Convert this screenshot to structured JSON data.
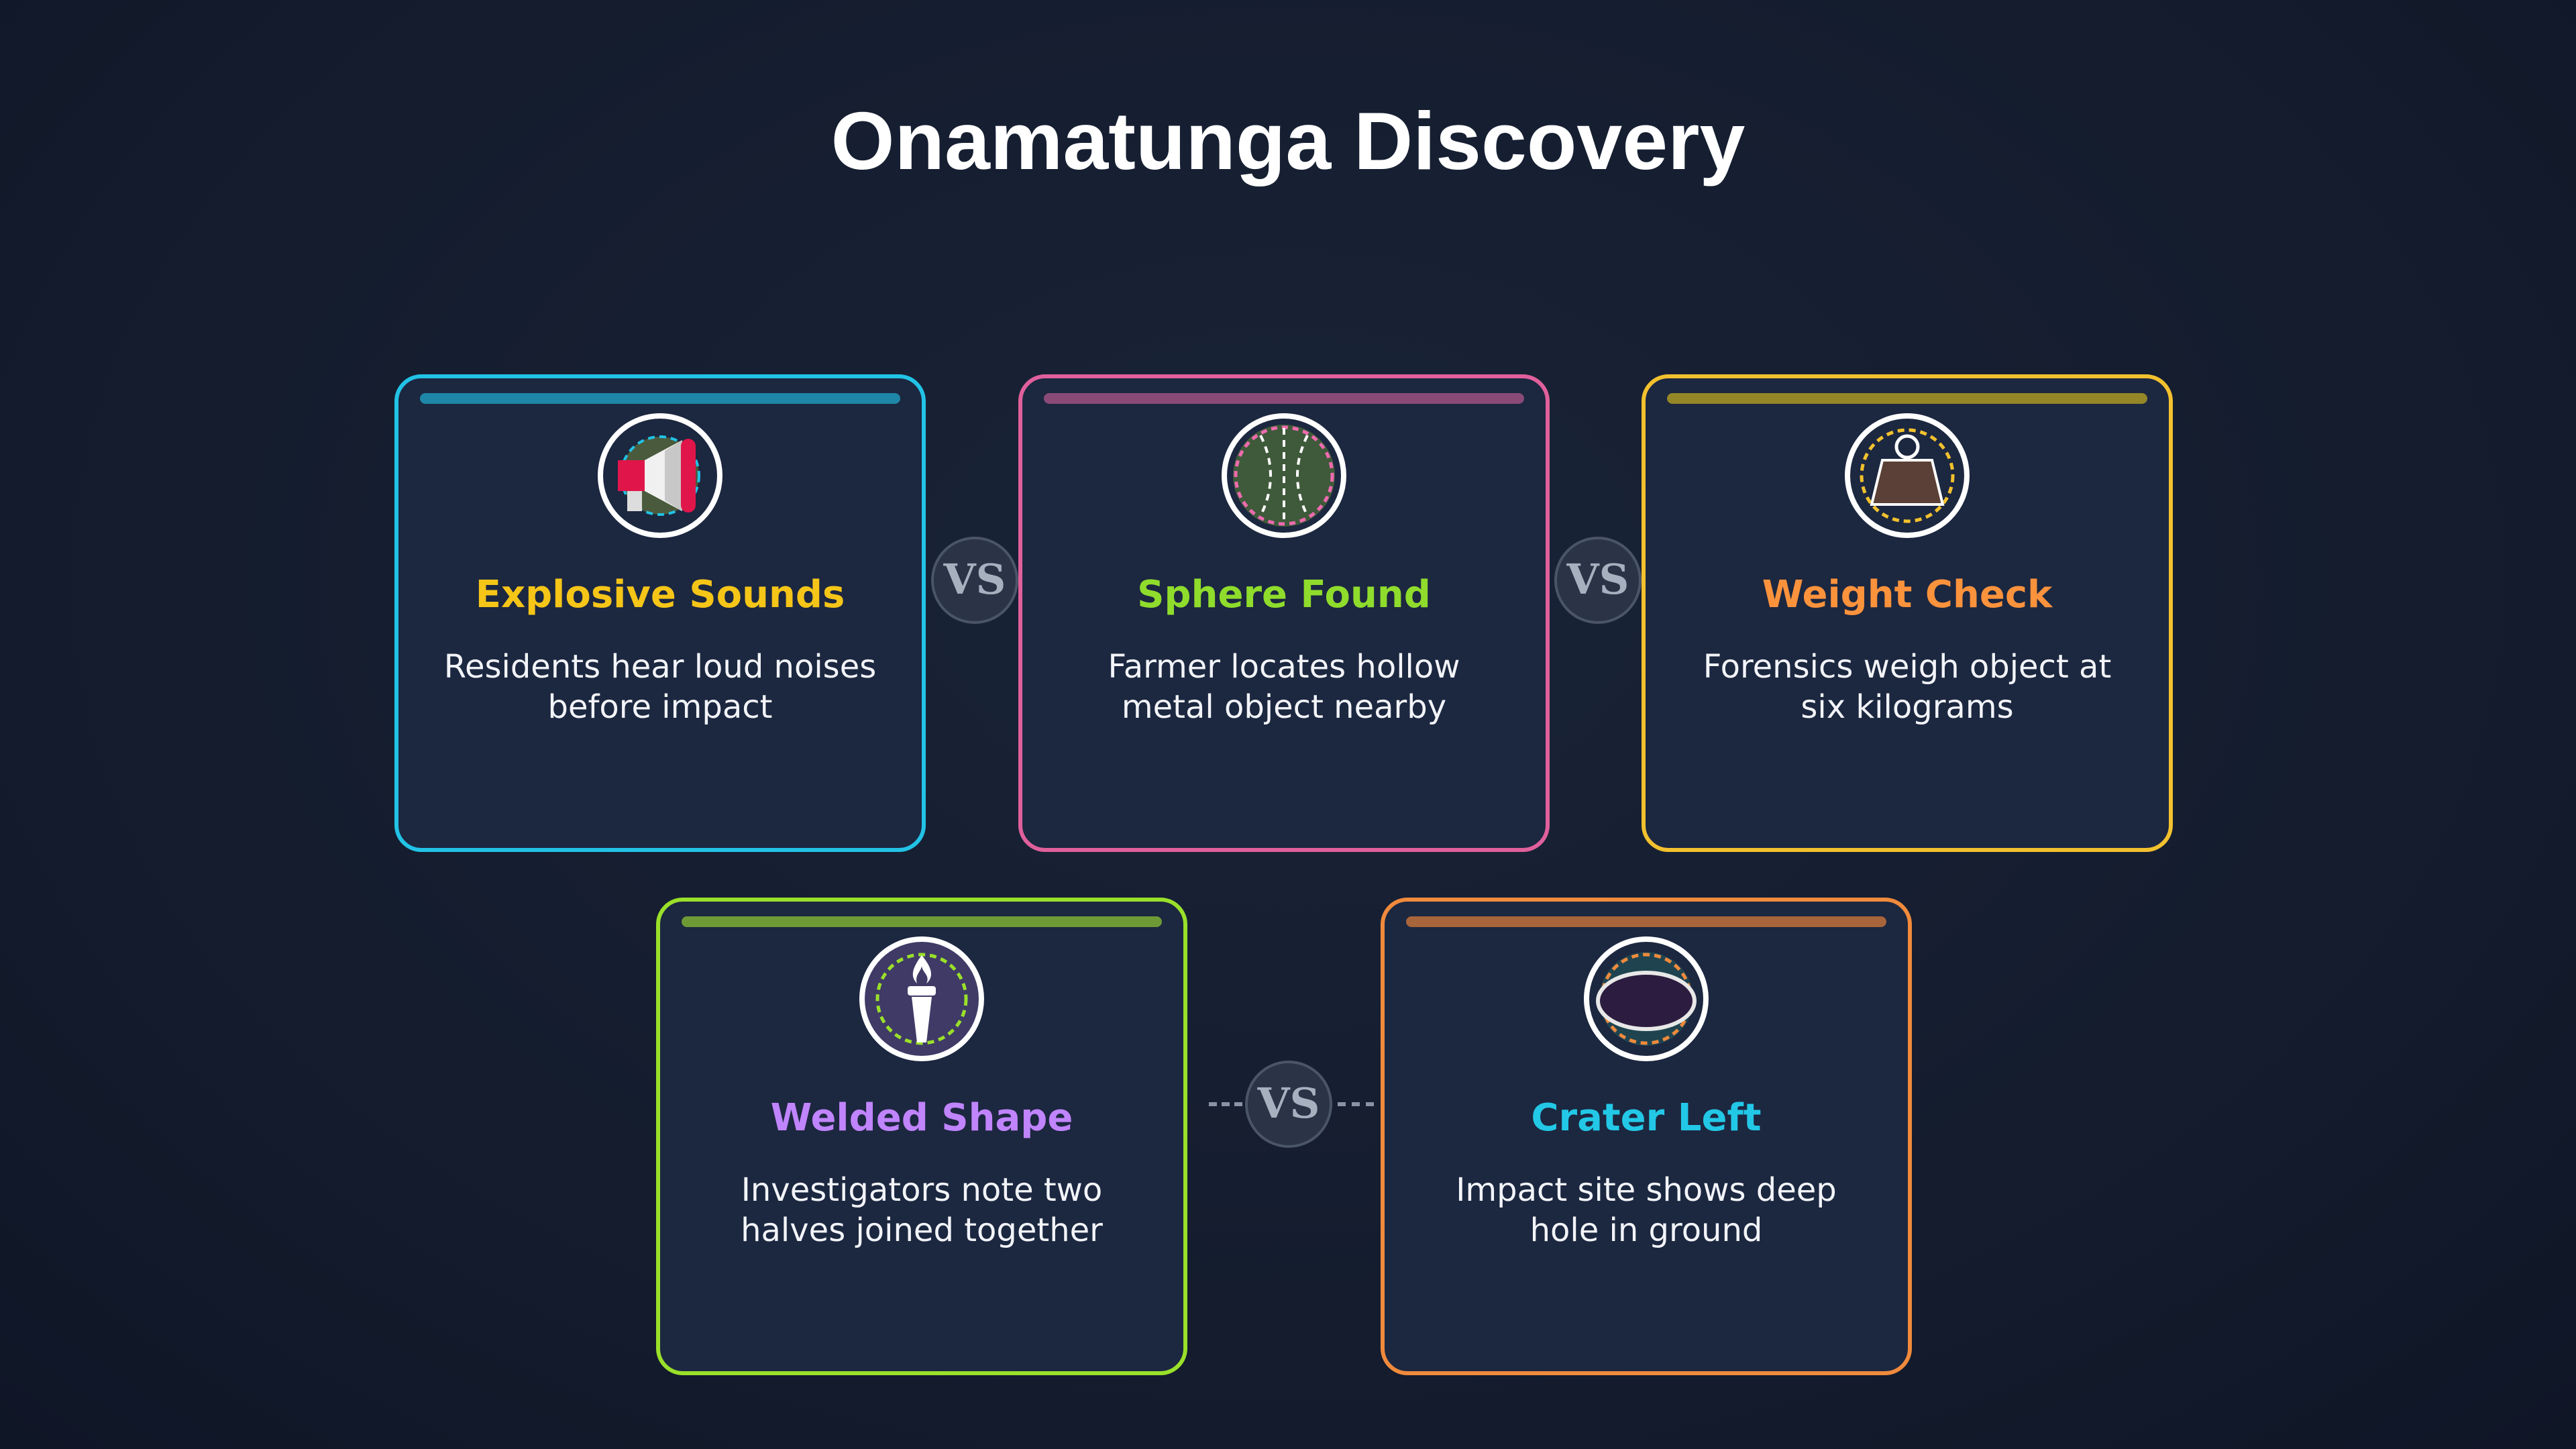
{
  "title": "Onamatunga Discovery",
  "vs_label": "VS",
  "cards": [
    {
      "title": "Explosive Sounds",
      "description": "Residents hear loud noises before impact",
      "icon": "megaphone-icon",
      "border_color": "#22c3e6",
      "bar_color": "#1e86a6",
      "title_color": "#f5c518"
    },
    {
      "title": "Sphere Found",
      "description": "Farmer locates hollow metal object nearby",
      "icon": "sphere-ball-icon",
      "border_color": "#e0609c",
      "bar_color": "#8a4a78",
      "title_color": "#8fdc2c"
    },
    {
      "title": "Weight Check",
      "description": "Forensics weigh object at six kilograms",
      "icon": "weight-icon",
      "border_color": "#f2c12e",
      "bar_color": "#958628",
      "title_color": "#fb923c"
    },
    {
      "title": "Welded Shape",
      "description": "Investigators note two halves joined together",
      "icon": "torch-icon",
      "border_color": "#9ae02a",
      "bar_color": "#6e9a36",
      "title_color": "#c084fc"
    },
    {
      "title": "Crater Left",
      "description": "Impact site shows deep hole in ground",
      "icon": "crater-icon",
      "border_color": "#f08a3c",
      "bar_color": "#a8643a",
      "title_color": "#22c8e6"
    }
  ]
}
